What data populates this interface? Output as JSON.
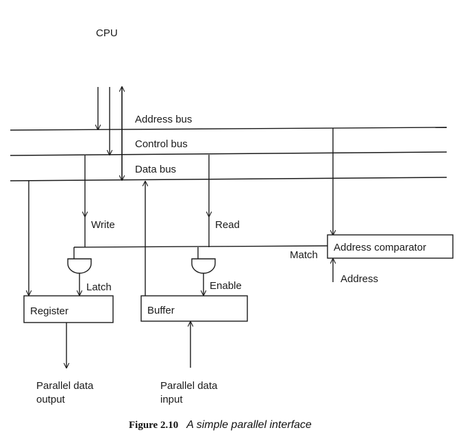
{
  "labels": {
    "cpu": "CPU",
    "address_bus": "Address bus",
    "control_bus": "Control bus",
    "data_bus": "Data bus",
    "write": "Write",
    "read": "Read",
    "latch": "Latch",
    "enable": "Enable",
    "match": "Match",
    "address": "Address",
    "register": "Register",
    "buffer": "Buffer",
    "address_comparator": "Address comparator",
    "parallel_output_line1": "Parallel data",
    "parallel_output_line2": "output",
    "parallel_input_line1": "Parallel data",
    "parallel_input_line2": "input"
  },
  "caption": {
    "number": "Figure 2.10",
    "text": "A simple parallel interface"
  }
}
